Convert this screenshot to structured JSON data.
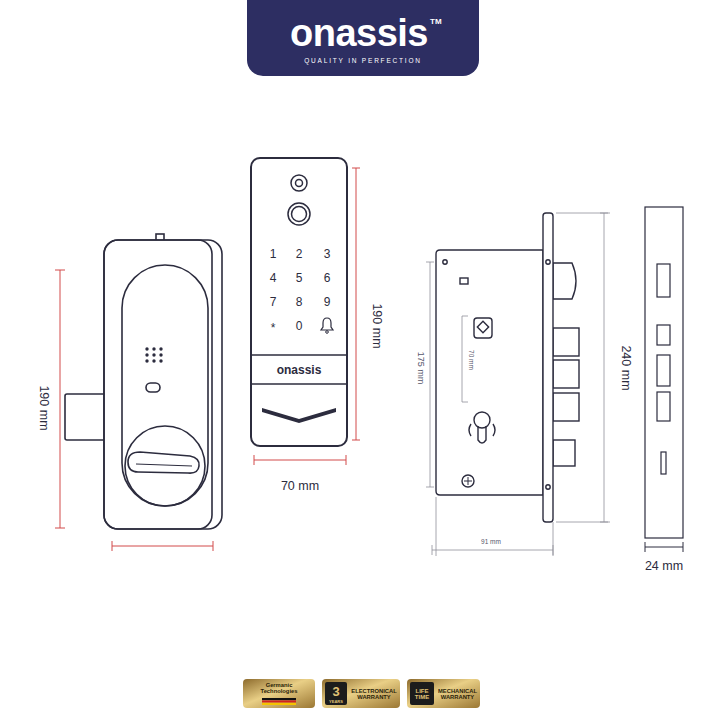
{
  "diagram": {
    "nodes": [
      {
        "text": [
          "onassis",
          "TM",
          "QUALITY IN PERFECTION"
        ]
      },
      {
        "text": [
          "1",
          "2",
          "3",
          "4",
          "5",
          "6",
          "7",
          "8",
          "9",
          "*",
          "0",
          "onassis"
        ]
      },
      {
        "text": [
          "Germanic Technologies"
        ]
      },
      {
        "text": [
          "ELECTRONICAL WARRANTY"
        ]
      },
      {
        "text": [
          "3",
          "YEARS"
        ],
        "in": 3
      },
      {
        "text": [
          "MECHANICAL WARRANTY"
        ]
      },
      {
        "text": [
          "LIFE TIME"
        ],
        "in": 5
      }
    ],
    "labels": [
      "190 mm",
      "190 mm",
      "70 mm",
      "175 mm",
      "70 mm",
      "240 mm",
      "91 mm",
      "24 mm"
    ]
  }
}
